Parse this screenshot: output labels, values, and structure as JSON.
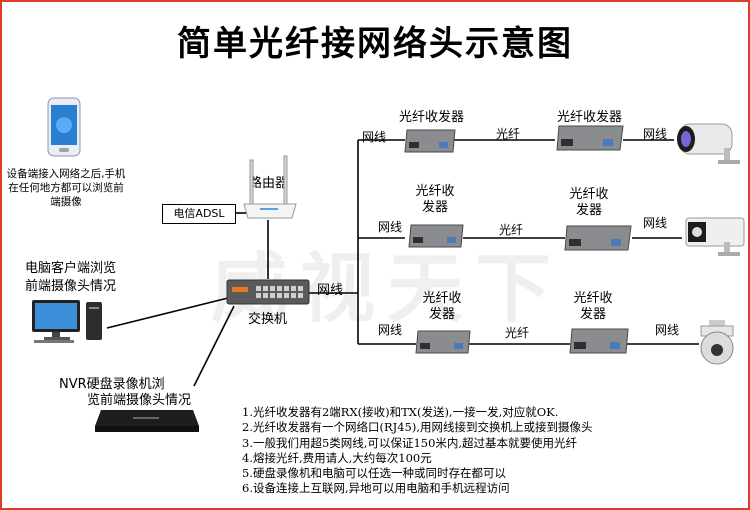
{
  "title": "简单光纤接网络头示意图",
  "watermark": "威视天下",
  "phone": {
    "caption": "设备端接入网络之后,手机在任何地方都可以浏览前端摄像"
  },
  "adsl": {
    "label": "电信ADSL"
  },
  "router": {
    "label": "路由器"
  },
  "switch": {
    "label": "交换机"
  },
  "pc": {
    "caption_line1": "电脑客户端浏览",
    "caption_line2": "前端摄像头情况"
  },
  "nvr": {
    "caption_line1": "NVR硬盘录像机浏",
    "caption_line2": "览前端摄像头情况"
  },
  "wire_labels": {
    "trunk": "网线"
  },
  "rows": [
    {
      "wire_left": "网线",
      "tx_label": "光纤收发器",
      "fiber": "光纤",
      "rx_label": "光纤收发器",
      "wire_right": "网线"
    },
    {
      "wire_left": "网线",
      "tx_label": "光纤收发器",
      "fiber": "光纤",
      "rx_label": "光纤收发器",
      "wire_right": "网线"
    },
    {
      "wire_left": "网线",
      "tx_label": "光纤收发器",
      "fiber": "光纤",
      "rx_label": "光纤收发器",
      "wire_right": "网线"
    }
  ],
  "notes": [
    "1.光纤收发器有2端RX(接收)和TX(发送),一接一发,对应就OK.",
    "2.光纤收发器有一个网络口(RJ45),用网线接到交换机上或接到摄像头",
    "3.一般我们用超5类网线,可以保证150米内,超过基本就要使用光纤",
    "4.熔接光纤,费用请人,大约每次100元",
    "5.硬盘录像机和电脑可以任选一种或同时存在都可以",
    "6.设备连接上互联网,异地可以用电脑和手机远程访问"
  ]
}
